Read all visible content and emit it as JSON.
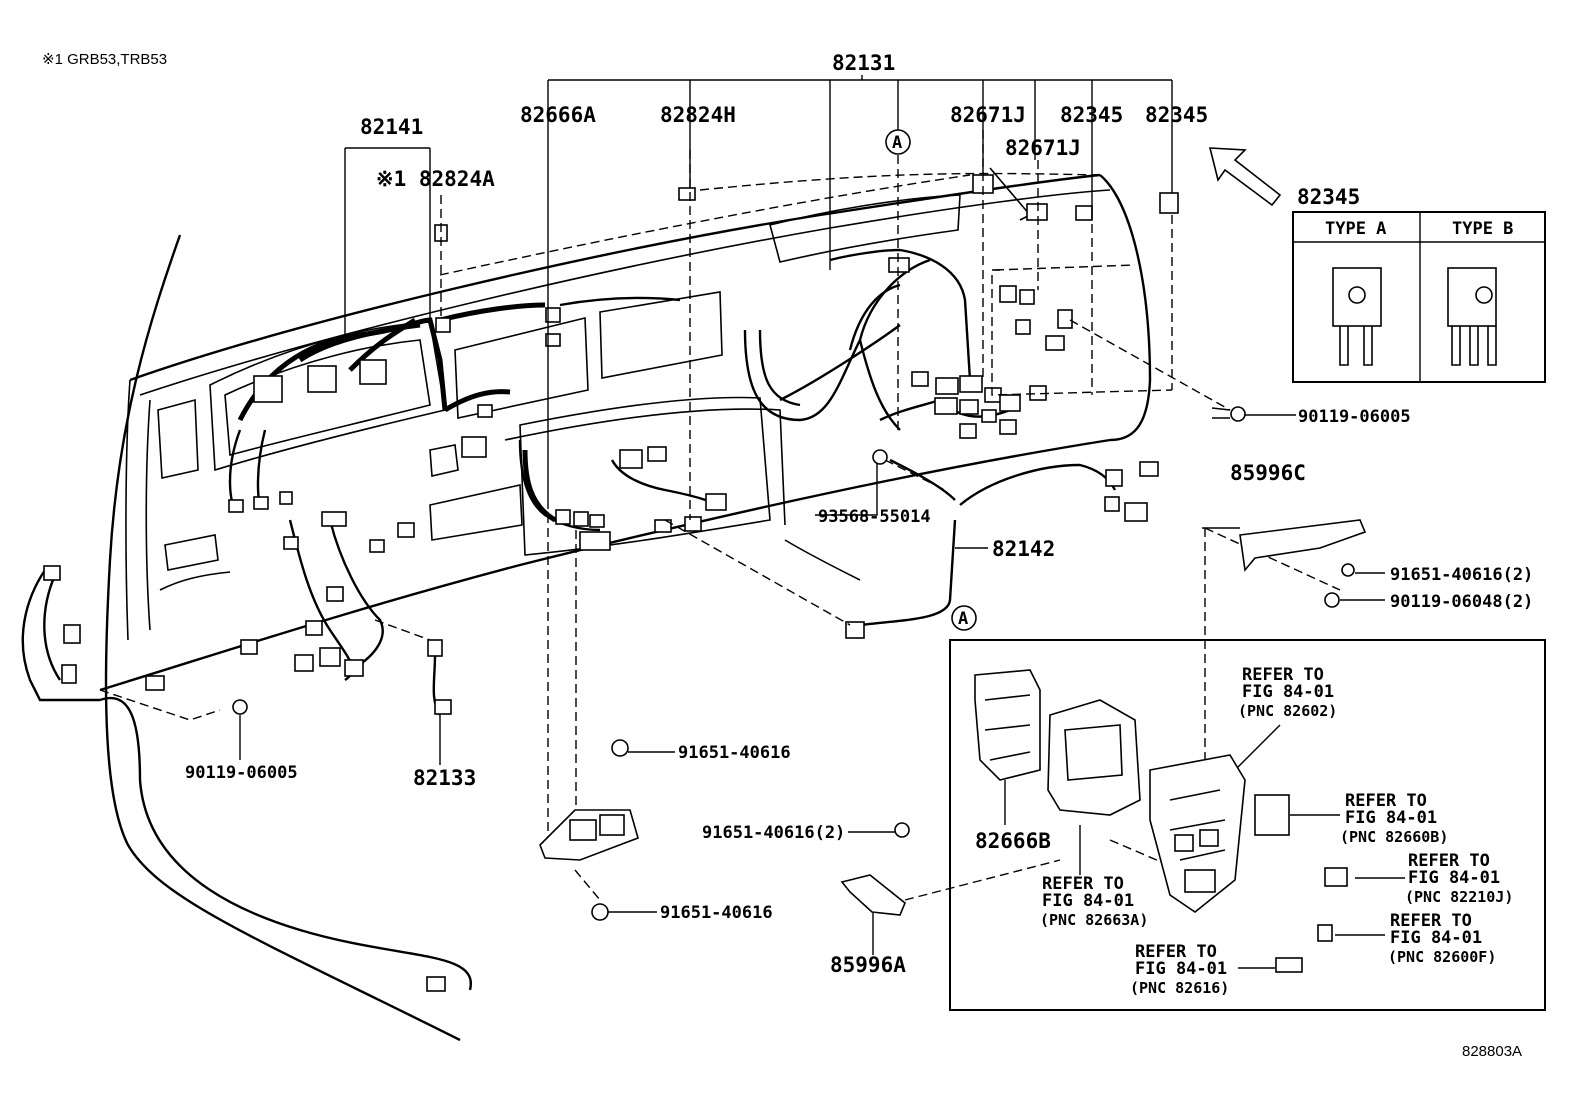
{
  "note": "※1 GRB53,TRB53",
  "figure_id": "828803A",
  "part_labels": {
    "p82131": "82131",
    "p82141": "82141",
    "p82824A": "※1 82824A",
    "p82666A": "82666A",
    "p82824H": "82824H",
    "p82671J_a": "82671J",
    "p82671J_b": "82671J",
    "p82345_a": "82345",
    "p82345_b": "82345",
    "p82345_c": "82345",
    "p90119_06005_r": "90119-06005",
    "p85996C": "85996C",
    "p93568_55014": "93568-55014",
    "p82142": "82142",
    "p91651_40616_2_r": "91651-40616(2)",
    "p90119_06048_2": "90119-06048(2)",
    "p90119_06005_l": "90119-06005",
    "p82133": "82133",
    "p91651_40616_a": "91651-40616",
    "p91651_40616_2_m": "91651-40616(2)",
    "p91651_40616_b": "91651-40616",
    "p85996A": "85996A",
    "p82666B": "82666B"
  },
  "marker_a": "A",
  "type_table": {
    "type_a": "TYPE A",
    "type_b": "TYPE B"
  },
  "refers": [
    {
      "l1": "REFER TO",
      "l2": "FIG 84-01",
      "l3": "(PNC 82602)"
    },
    {
      "l1": "REFER TO",
      "l2": "FIG 84-01",
      "l3": "(PNC 82660B)"
    },
    {
      "l1": "REFER TO",
      "l2": "FIG 84-01",
      "l3": "(PNC 82210J)"
    },
    {
      "l1": "REFER TO",
      "l2": "FIG 84-01",
      "l3": "(PNC 82600F)"
    },
    {
      "l1": "REFER TO",
      "l2": "FIG 84-01",
      "l3": "(PNC 82616)"
    },
    {
      "l1": "REFER TO",
      "l2": "FIG 84-01",
      "l3": "(PNC 82663A)"
    }
  ]
}
